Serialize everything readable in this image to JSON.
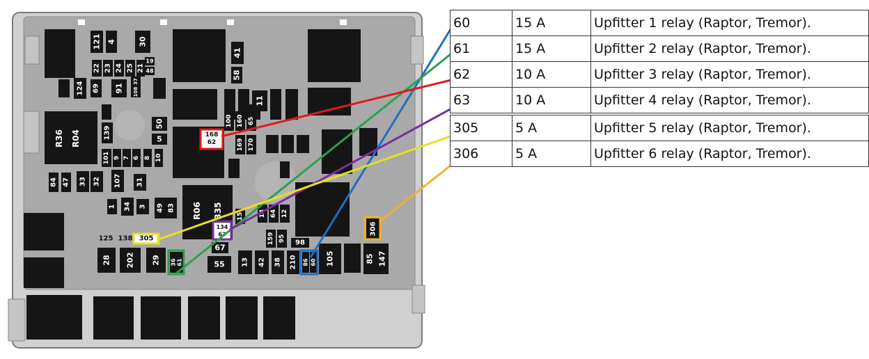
{
  "table": {
    "rows": [
      {
        "fuse": "60",
        "amp": "15 A",
        "desc": "Upfitter 1 relay (Raptor, Tremor).",
        "color": "#1f6fc4"
      },
      {
        "fuse": "61",
        "amp": "15 A",
        "desc": "Upfitter 2 relay (Raptor, Tremor).",
        "color": "#2da04d"
      },
      {
        "fuse": "62",
        "amp": "10 A",
        "desc": "Upfitter 3 relay (Raptor, Tremor).",
        "color": "#e01a1a"
      },
      {
        "fuse": "63",
        "amp": "10 A",
        "desc": "Upfitter 4 relay (Raptor, Tremor).",
        "color": "#7a2ea0"
      },
      {
        "fuse": "305",
        "amp": "5 A",
        "desc": "Upfitter 5 relay (Raptor, Tremor).",
        "color": "#e8e020"
      },
      {
        "fuse": "306",
        "amp": "5 A",
        "desc": "Upfitter 6 relay (Raptor, Tremor).",
        "color": "#efb22a"
      }
    ]
  },
  "box": {
    "colors": {
      "housing": "#cfcfcf",
      "panel": "#a8a8a8",
      "block": "#151515",
      "white": "#ffffff"
    },
    "labels": {
      "l121": "121",
      "l4": "4",
      "l30": "30",
      "l41": "41",
      "l58": "58",
      "l22": "22",
      "l23": "23",
      "l24": "24",
      "l25": "25",
      "l21": "21",
      "l19": "19",
      "l48": "48",
      "l124": "124",
      "l69": "69",
      "l91": "91",
      "l37": "37",
      "l108": "108",
      "l11": "11",
      "lR36": "R36",
      "lR04": "R04",
      "l139": "139",
      "l50": "50",
      "l5": "5",
      "l168": "168",
      "l62": "62",
      "l100": "100",
      "l160": "160",
      "l65": "65",
      "l169": "169",
      "l170": "170",
      "l101": "101",
      "l9": "9",
      "l7": "7",
      "l6": "6",
      "l8": "8",
      "l10": "10",
      "l84": "84",
      "l47": "47",
      "l33": "33",
      "l32": "32",
      "l107": "107",
      "l31": "31",
      "l1": "1",
      "l34": "34",
      "l3": "3",
      "l49": "49",
      "l83": "83",
      "lR06": "R06",
      "l335": "335",
      "l15": "15",
      "l134": "134",
      "l63": "63",
      "l14": "14",
      "l64": "64",
      "l12": "12",
      "l159": "159",
      "l95": "95",
      "l98": "98",
      "l67": "67",
      "l125": "125",
      "l138": "138",
      "l305": "305",
      "l28": "28",
      "l202": "202",
      "l29": "29",
      "l36": "36",
      "l61": "61",
      "l55": "55",
      "l13": "13",
      "l42": "42",
      "l38": "38",
      "l210": "210",
      "l86": "86",
      "l60": "60",
      "l105": "105",
      "l85": "85",
      "l147": "147",
      "l306": "306"
    }
  }
}
